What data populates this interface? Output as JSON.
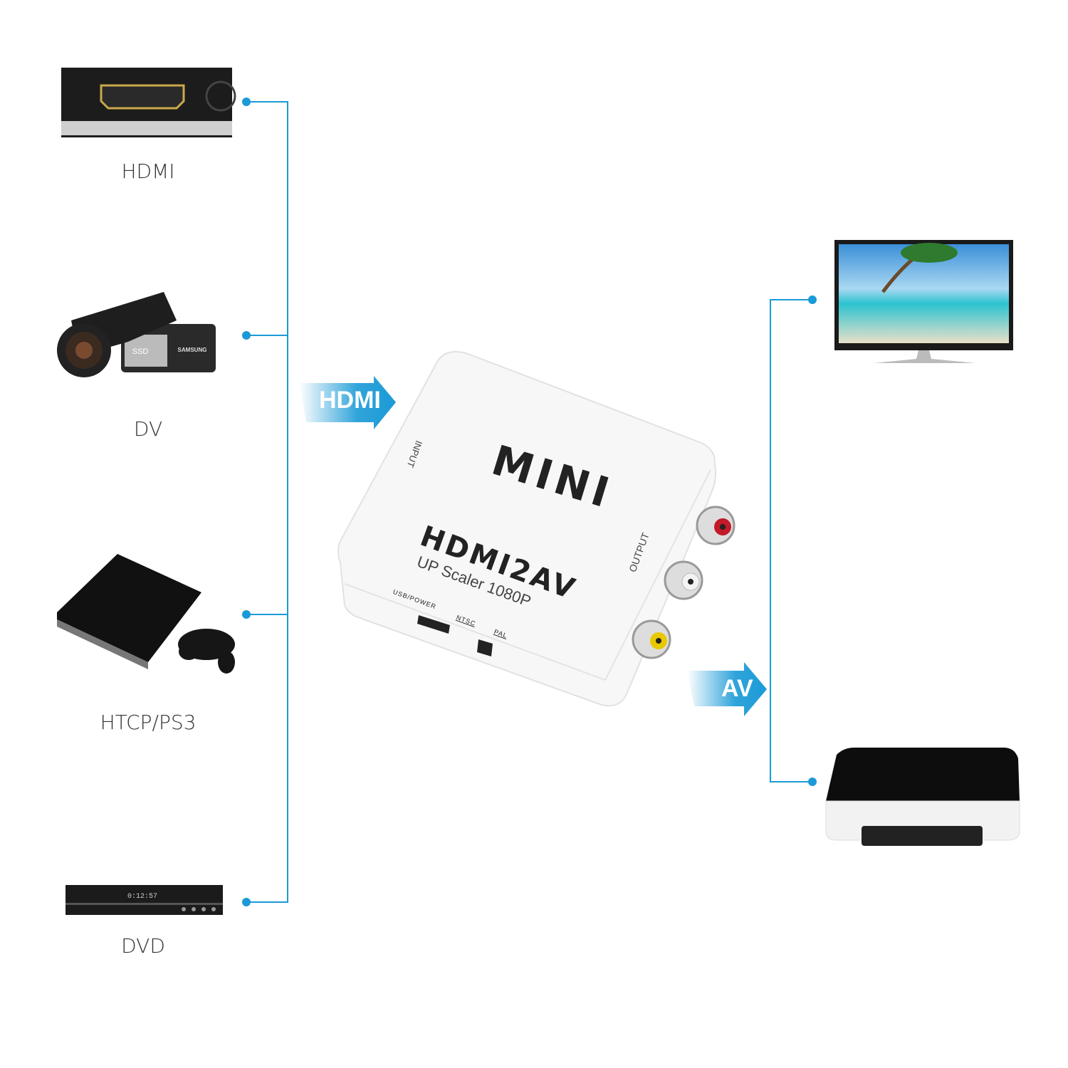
{
  "accent_color": "#1a9ad6",
  "inputs": [
    {
      "label": "HDMI",
      "icon": "hdmi-port-icon"
    },
    {
      "label": "DV",
      "icon": "camcorder-icon"
    },
    {
      "label": "HTCP/PS3",
      "icon": "game-console-icon"
    },
    {
      "label": "DVD",
      "icon": "dvd-player-icon"
    }
  ],
  "outputs": [
    {
      "icon": "tv-icon"
    },
    {
      "icon": "projector-icon"
    }
  ],
  "arrows": {
    "input": "HDMI",
    "output": "AV"
  },
  "device": {
    "brand": "MINI",
    "model": "HDMI2AV",
    "subtitle": "UP Scaler 1080P",
    "input_label": "INPUT",
    "output_label": "OUTPUT",
    "power_label": "USB/POWER",
    "ntsc_label": "NTSC",
    "pal_label": "PAL",
    "camcorder_brand": "SAMSUNG",
    "camcorder_badge": "SSD",
    "dvd_display": "0:12:57"
  }
}
